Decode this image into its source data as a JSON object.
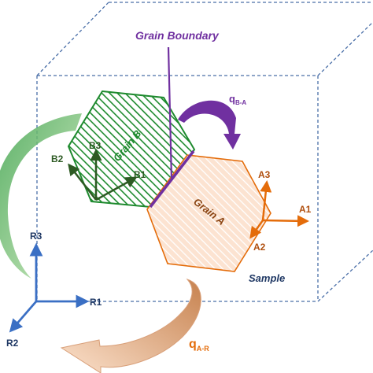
{
  "diagram": {
    "grain_boundary_label": "Grain Boundary",
    "sample_label": "Sample",
    "grain_a": {
      "label": "Grain A",
      "axes": {
        "a1": "A1",
        "a2": "A2",
        "a3": "A3"
      }
    },
    "grain_b": {
      "label": "Grain B",
      "axes": {
        "b1": "B1",
        "b2": "B2",
        "b3": "B3"
      }
    },
    "reference_frame": {
      "r1": "R1",
      "r2": "R2",
      "r3": "R3"
    },
    "rotations": {
      "q_ba": {
        "symbol": "q",
        "subscript": "B-A"
      },
      "q_ar": {
        "symbol": "q",
        "subscript": "A-R"
      }
    },
    "colors": {
      "grain_a": "#E46C0A",
      "grain_a_fill": "#F9C8A6",
      "grain_b": "#1E8A2E",
      "grain_b_axes": "#2D5A23",
      "boundary": "#7030A0",
      "reference": "#3A6FC4",
      "sample": "#1F3864",
      "q_ar_arrow": "#D9A07A",
      "q_left_arrow": "#8BCB6B"
    }
  }
}
